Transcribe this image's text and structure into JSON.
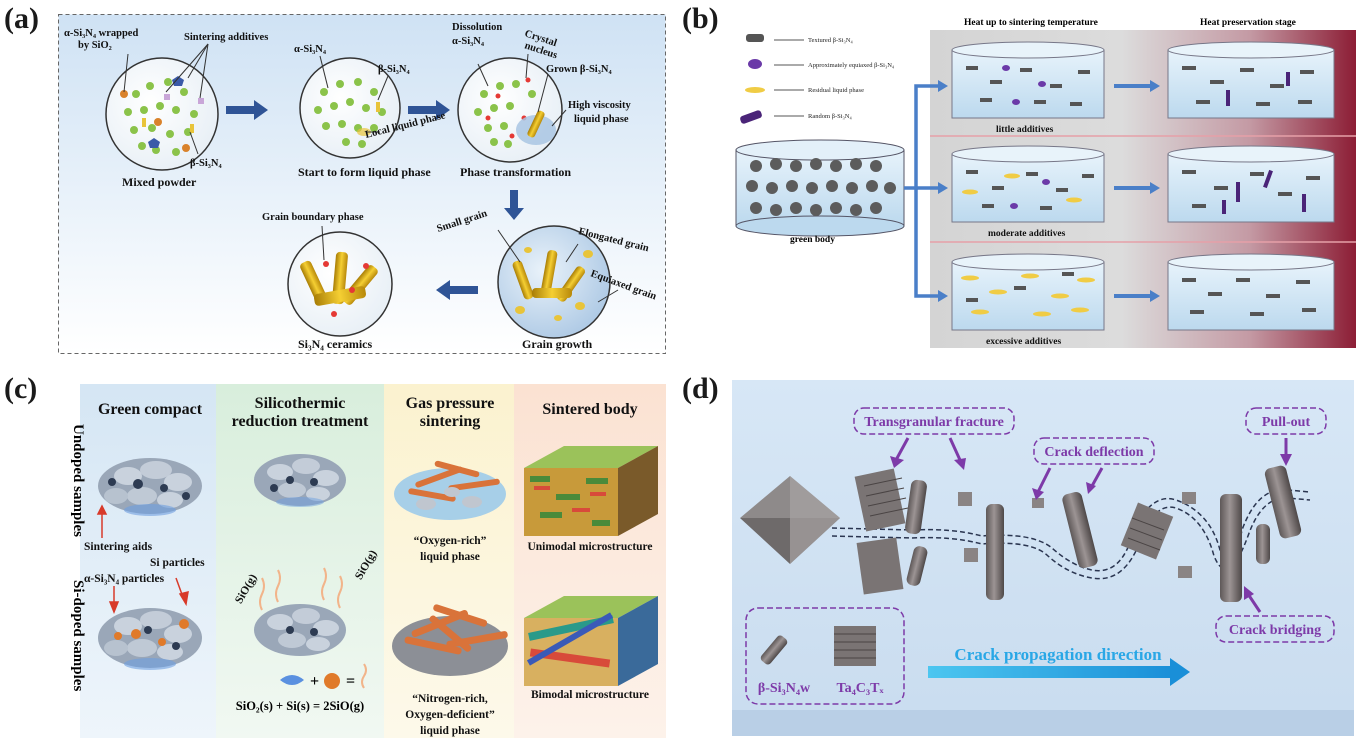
{
  "a": {
    "letter": "(a)",
    "alpha_wrapped_l1": "α-Si₃N₄ wrapped",
    "alpha_wrapped_l2": "by SiO₂",
    "sintering_additives": "Sintering additives",
    "beta_label": "β-Si₃N₄",
    "mixed_powder": "Mixed powder",
    "alpha_label": "α-Si₃N₄",
    "beta_label2": "β-Si₃N₄",
    "local_liquid": "Local liquid phase",
    "start_liquid": "Start to form liquid phase",
    "dissolution_l1": "Dissolution",
    "dissolution_l2": "α-Si₃N₄",
    "crystal_l1": "Crystal",
    "crystal_l2": "nucleus",
    "grown_beta": "Grown β-Si₃N₄",
    "high_visc_l1": "High viscosity",
    "high_visc_l2": "liquid phase",
    "phase_transformation": "Phase transformation",
    "small_grain": "Small grain",
    "elongated_grain": "Elongated grain",
    "equiaxed_grain": "Equiaxed grain",
    "grain_growth": "Grain growth",
    "gb_phase": "Grain boundary phase",
    "ceramics": "Si₃N₄ ceramics"
  },
  "b": {
    "letter": "(b)",
    "legend": [
      "Textured β-Si₃N₄",
      "Approximately equiaxed β-Si₃N₄",
      "Residual liquid phase",
      "Random β-Si₃N₄"
    ],
    "col1": "Heat up to sintering temperature",
    "col2": "Heat preservation stage",
    "green_body": "green body",
    "row1": "little additives",
    "row2": "moderate additives",
    "row3": "excessive additives"
  },
  "c": {
    "letter": "(c)",
    "col1": "Green compact",
    "col2_l1": "Silicothermic",
    "col2_l2": "reduction treatment",
    "col3_l1": "Gas pressure",
    "col3_l2": "sintering",
    "col4": "Sintered body",
    "row1": "Undoped samples",
    "row2": "Si-doped samples",
    "sintering_aids": "Sintering aids",
    "si_particles": "Si particles",
    "alpha_particles": "α-Si₃N₄ particles",
    "sio_g": "SiO(g)",
    "oxygen_rich_l1": "“Oxygen-rich”",
    "oxygen_rich_l2": "liquid phase",
    "nitrogen_l1": "“Nitrogen-rich,",
    "nitrogen_l2": "Oxygen-deficient”",
    "nitrogen_l3": "liquid phase",
    "unimodal": "Unimodal microstructure",
    "bimodal": "Bimodal microstructure",
    "equation": "SiO₂(s) + Si(s) = 2SiO(g)",
    "plus": "+",
    "equals": "="
  },
  "d": {
    "letter": "(d)",
    "transgranular": "Transgranular fracture",
    "crack_deflection": "Crack deflection",
    "pull_out": "Pull-out",
    "crack_bridging": "Crack bridging",
    "whisker": "β-Si₃N₄w",
    "mxene": "Ta₄C₃Tₓ",
    "direction": "Crack propagation direction"
  }
}
